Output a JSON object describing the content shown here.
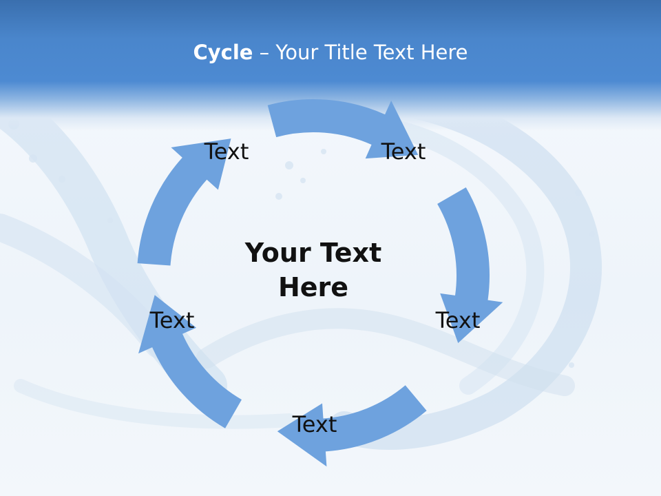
{
  "slide": {
    "title_bold": "Cycle",
    "title_rest": " – Your Title Text Here"
  },
  "diagram": {
    "type": "cycle",
    "center": {
      "line1": "Your Text",
      "line2": "Here"
    },
    "nodes": [
      {
        "label": "Text"
      },
      {
        "label": "Text"
      },
      {
        "label": "Text"
      },
      {
        "label": "Text"
      },
      {
        "label": "Text"
      }
    ]
  },
  "colors": {
    "arrow": "#6ea2de",
    "header": "#4d8ad2",
    "title_text": "#ffffff",
    "label_text": "#111111"
  }
}
